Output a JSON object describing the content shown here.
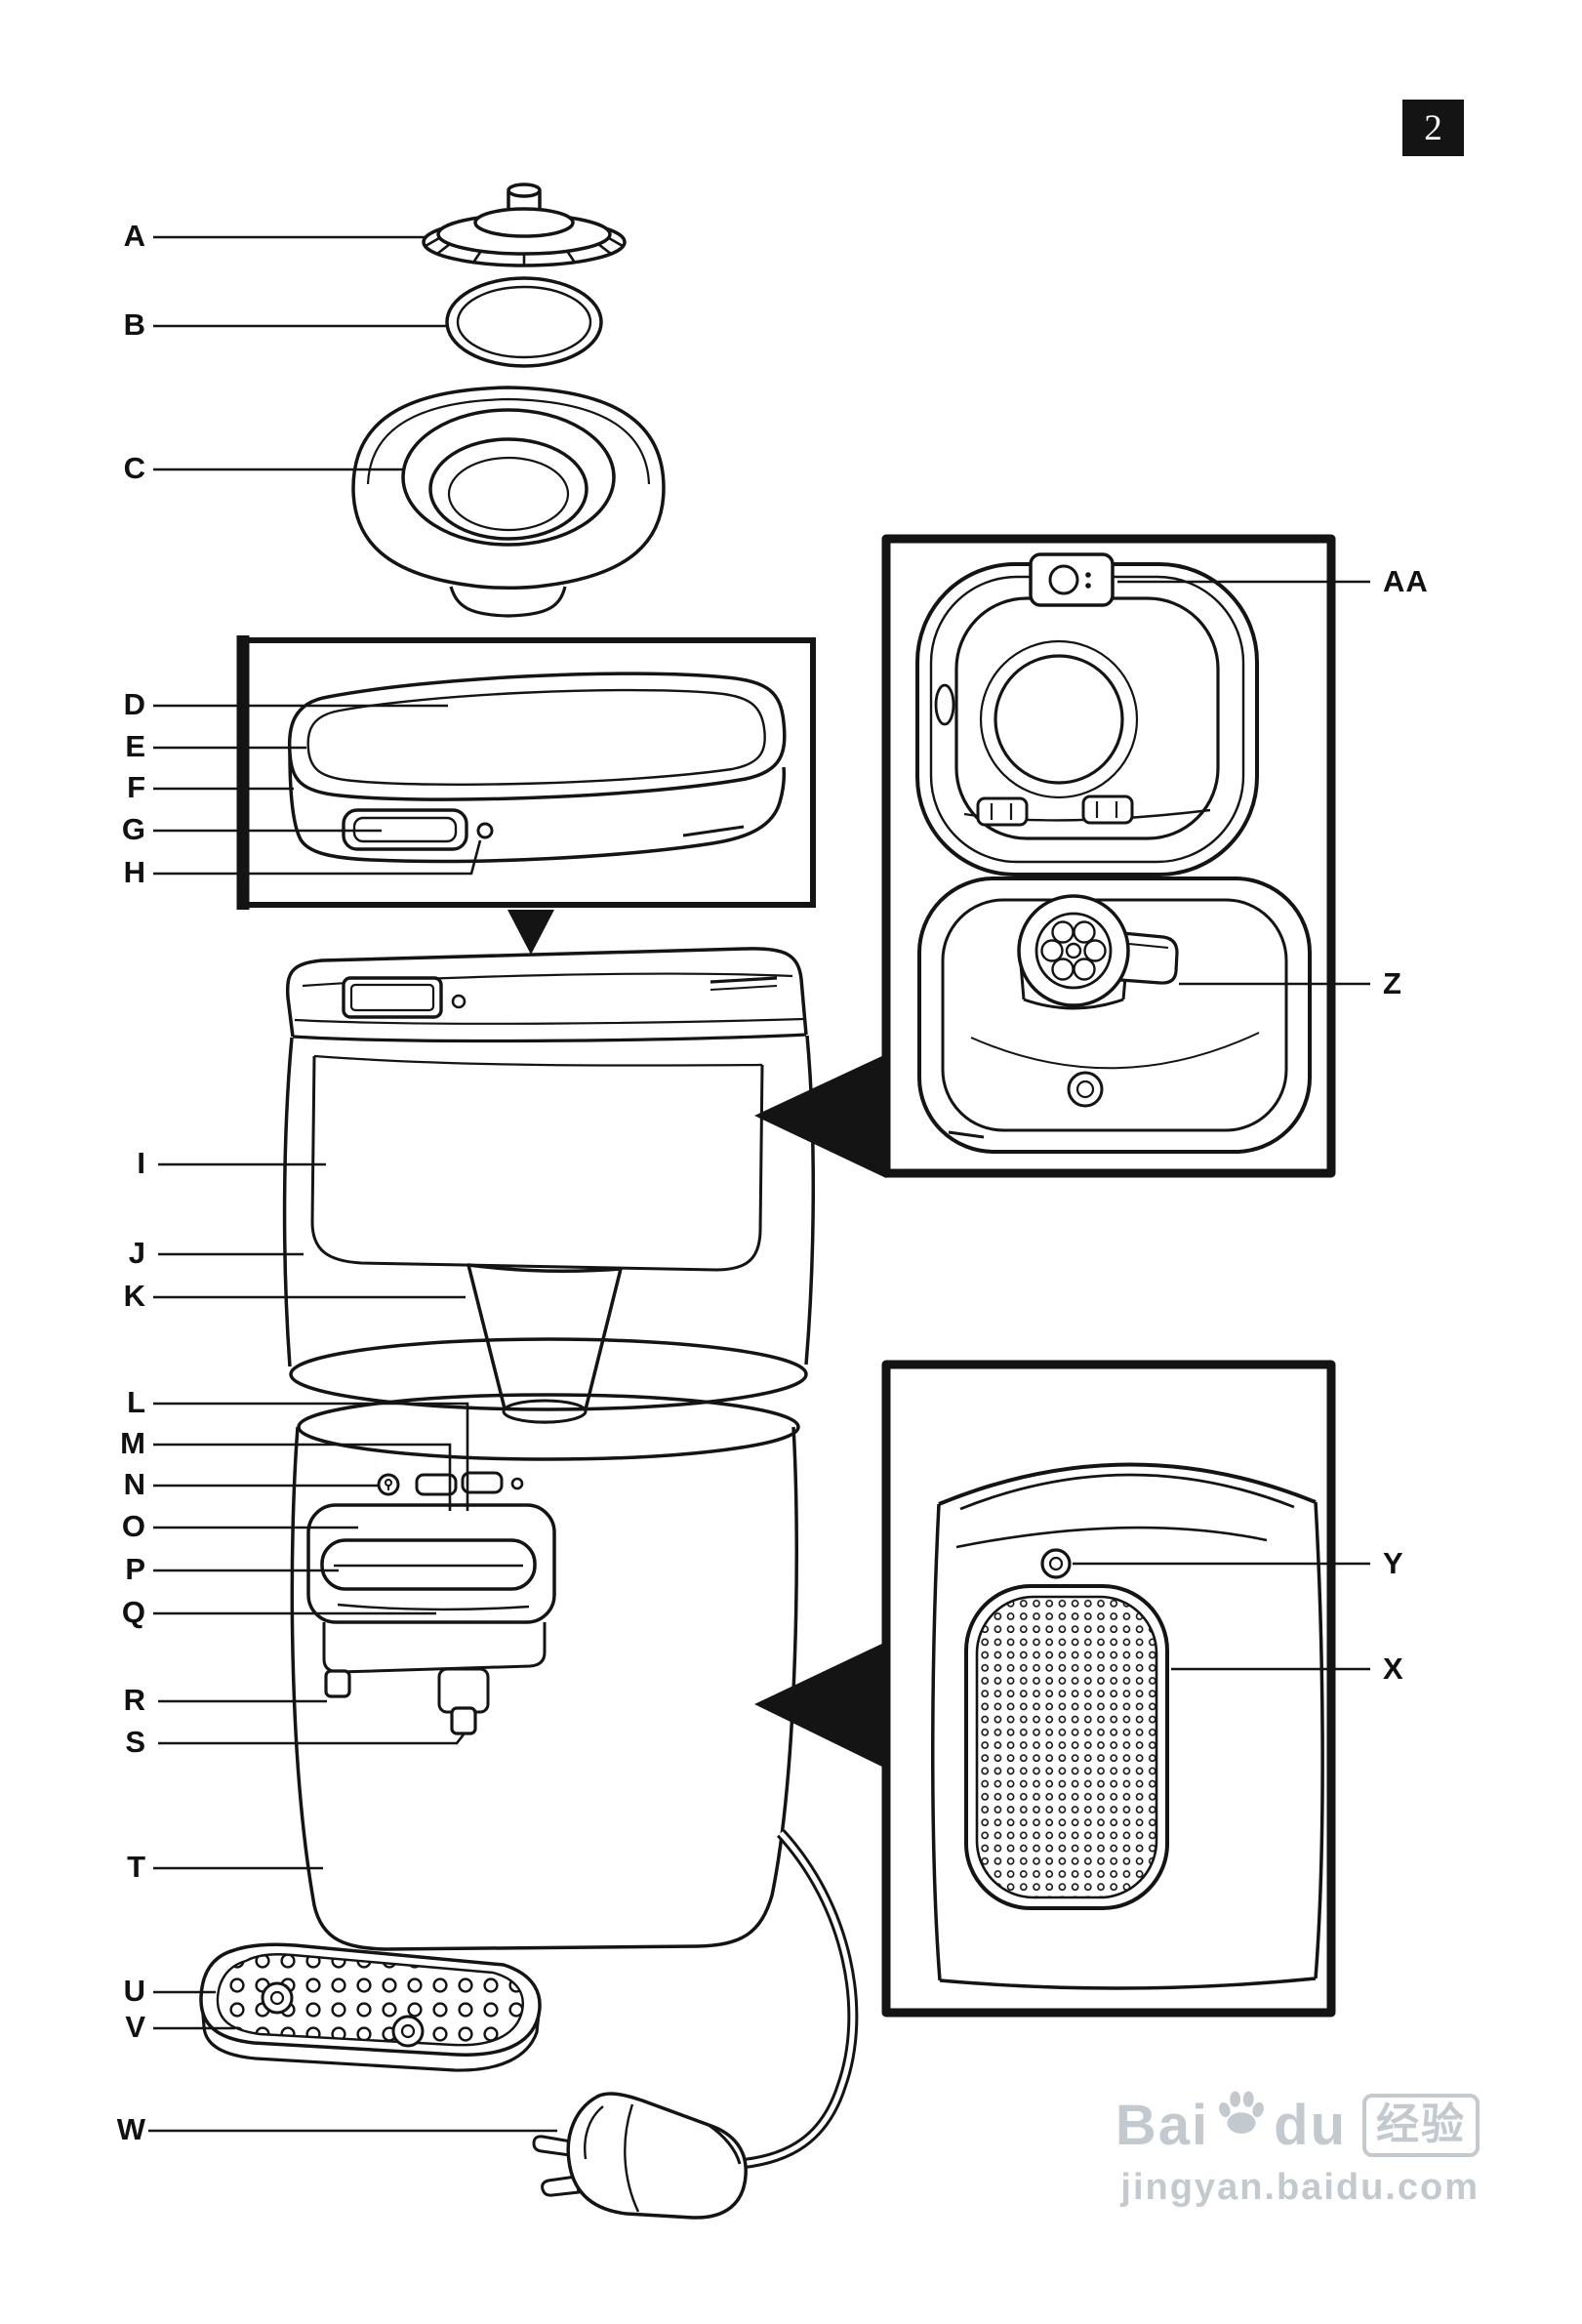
{
  "page": {
    "number": "2"
  },
  "colors": {
    "line": "#141414",
    "paper": "#ffffff",
    "watermark": "#c2c9cf"
  },
  "labels": {
    "A": "A",
    "B": "B",
    "C": "C",
    "D": "D",
    "E": "E",
    "F": "F",
    "G": "G",
    "H": "H",
    "I": "I",
    "J": "J",
    "K": "K",
    "L": "L",
    "M": "M",
    "N": "N",
    "O": "O",
    "P": "P",
    "Q": "Q",
    "R": "R",
    "S": "S",
    "T": "T",
    "U": "U",
    "V": "V",
    "W": "W",
    "AA": "AA",
    "Z": "Z",
    "Y": "Y",
    "X": "X"
  },
  "watermark": {
    "brand_pre": "Bai",
    "brand_post": "du",
    "badge": "经验",
    "url": "jingyan.baidu.com",
    "icon": "paw-icon"
  }
}
